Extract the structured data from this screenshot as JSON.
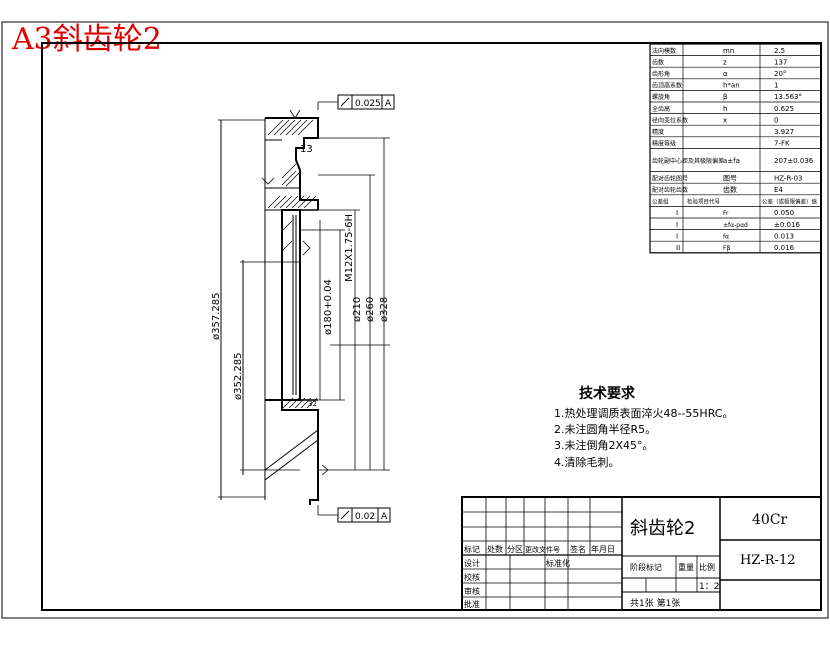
{
  "header": {
    "title": "A3斜齿轮2",
    "title_color": "#e00000"
  },
  "drawing": {
    "flatness": "0.025",
    "flatness_datum": "A",
    "runout": "0.02",
    "runout_datum": "A",
    "roughness_13": "13",
    "roughness_32": "32",
    "dims": {
      "d357": "ø357.285",
      "d352": "ø352.285",
      "m12": "M12X1.75-6H",
      "d180": "ø180+0.04",
      "d210": "ø210",
      "d260": "ø260",
      "d328": "ø328"
    }
  },
  "param_table": {
    "rows": [
      [
        "法向模数",
        "mn",
        "2.5"
      ],
      [
        "齿数",
        "z",
        "137"
      ],
      [
        "齿形角",
        "α",
        "20°"
      ],
      [
        "齿顶高系数",
        "h*an",
        "1"
      ],
      [
        "螺旋角",
        "β",
        "13.563°"
      ],
      [
        "全齿高",
        "h",
        "0.625"
      ],
      [
        "径向变位系数",
        "x",
        "0"
      ],
      [
        "精度",
        "",
        "3.927"
      ],
      [
        "精度等级",
        "",
        "7-FK"
      ],
      [
        "齿轮副中心距及其极限偏差",
        "a±fa",
        "207±0.036"
      ],
      [
        "配对齿轮图号",
        "图号",
        "HZ-R-03"
      ],
      [
        "配对齿轮齿数",
        "齿数",
        "E4"
      ]
    ],
    "check_header": [
      "公差组",
      "检验项目代号",
      "公差（或极限偏差）值"
    ],
    "check_rows": [
      [
        "I",
        "Fr",
        "0.050"
      ],
      [
        "I",
        "±fα-pαd",
        "±0.016"
      ],
      [
        "I",
        "fα",
        "0.013"
      ],
      [
        "II",
        "Fβ",
        "0.016"
      ]
    ]
  },
  "tech": {
    "title": "技术要求",
    "items": [
      "1.热处理调质表面淬火48--55HRC。",
      "2.未注圆角半径R5。",
      "3.未注倒角2X45°。",
      "4.清除毛刺。"
    ]
  },
  "title_block": {
    "part_name": "斜齿轮2",
    "material": "40Cr",
    "drawing_no": "HZ-R-12",
    "scale": "1：2",
    "sheet_info": "共1张 第1张",
    "rev_headers": [
      "标记",
      "处数",
      "分区",
      "更改文件号",
      "签名",
      "年月日"
    ],
    "design": "设计",
    "std": "标准化",
    "check": "校核",
    "review": "审核",
    "approve": "批准",
    "stage": "阶段标记",
    "weight": "重量",
    "ratio": "比例"
  }
}
